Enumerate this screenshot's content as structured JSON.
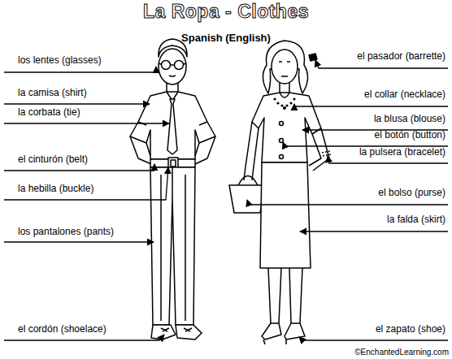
{
  "diagram": {
    "title": "La Ropa - Clothes",
    "labels": [
      "Spanish (English)",
      "los lentes (glasses)",
      "la camisa (shirt)",
      "la corbata (tie)",
      "el cinturón (belt)",
      "la hebilla (buckle)",
      "los pantalones (pants)",
      "el cordón (shoelace)",
      "el pasador (barrette)",
      "el collar (necklace)",
      "la blusa (blouse)",
      "el botón (button)",
      "la pulsera (bracelet)",
      "el bolso (purse)",
      "la falda (skirt)",
      "el zapato (shoe)",
      "©EnchantedLearning.com"
    ]
  }
}
